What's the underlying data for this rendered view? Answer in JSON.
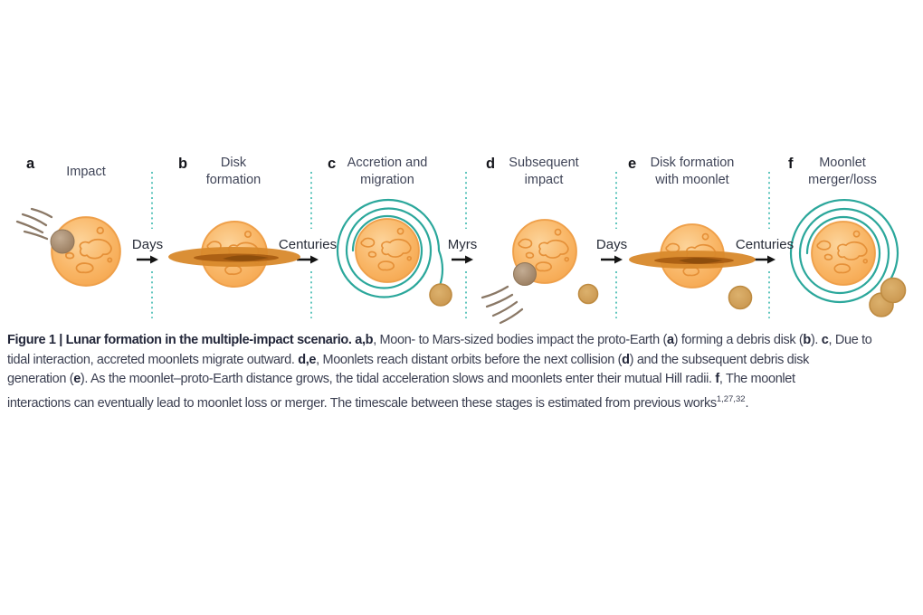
{
  "figure": {
    "panels": [
      {
        "id": "a",
        "letter": "a",
        "title_line1": "Impact"
      },
      {
        "id": "b",
        "letter": "b",
        "title_line1": "Disk",
        "title_line2": "formation"
      },
      {
        "id": "c",
        "letter": "c",
        "title_line1": "Accretion and",
        "title_line2": "migration"
      },
      {
        "id": "d",
        "letter": "d",
        "title_line1": "Subsequent",
        "title_line2": "impact"
      },
      {
        "id": "e",
        "letter": "e",
        "title_line1": "Disk formation",
        "title_line2": "with moonlet"
      },
      {
        "id": "f",
        "letter": "f",
        "title_line1": "Moonlet",
        "title_line2": "merger/loss"
      }
    ],
    "timeline": [
      {
        "label": "Days"
      },
      {
        "label": "Centuries"
      },
      {
        "label": "Myrs"
      },
      {
        "label": "Days"
      },
      {
        "label": "Centuries"
      }
    ]
  },
  "caption": {
    "lines": [
      [
        {
          "t": "Figure 1 | Lunar formation in the multiple-impact scenario. ",
          "b": true
        },
        {
          "t": "a,b",
          "b": true
        },
        {
          "t": ", Moon- to Mars-sized bodies impact the proto-Earth ("
        },
        {
          "t": "a",
          "b": true
        },
        {
          "t": ") forming a debris disk ("
        },
        {
          "t": "b",
          "b": true
        },
        {
          "t": "). "
        },
        {
          "t": "c",
          "b": true
        },
        {
          "t": ", Due to"
        }
      ],
      [
        {
          "t": "tidal interaction, accreted moonlets migrate outward. "
        },
        {
          "t": "d,e",
          "b": true
        },
        {
          "t": ", Moonlets reach distant orbits before the next collision ("
        },
        {
          "t": "d",
          "b": true
        },
        {
          "t": ") and the subsequent debris disk"
        }
      ],
      [
        {
          "t": "generation ("
        },
        {
          "t": "e",
          "b": true
        },
        {
          "t": "). As the moonlet–proto-Earth distance grows, the tidal acceleration slows and moonlets enter their mutual Hill radii. "
        },
        {
          "t": "f",
          "b": true
        },
        {
          "t": ", The moonlet"
        }
      ],
      [
        {
          "t": "interactions can eventually lead to moonlet loss or merger. The timescale between these stages is estimated from previous works"
        },
        {
          "t": "1,27,32",
          "sup": true
        },
        {
          "t": "."
        }
      ]
    ]
  },
  "colors": {
    "planet": "#F7AD58",
    "planet_outline": "#EFA04A",
    "surface_detail": "#E59038",
    "impactor": "#A2886C",
    "moonlet": "#CE9B53",
    "debris_ring": "#D8892B",
    "ring_core": "#8D4D0C",
    "orbit_spiral": "#2BA79B",
    "divider_dots": "#4FC0B7",
    "arrow": "#141414",
    "title_text": "#3F4457",
    "caption_text": "#3A3E50"
  }
}
